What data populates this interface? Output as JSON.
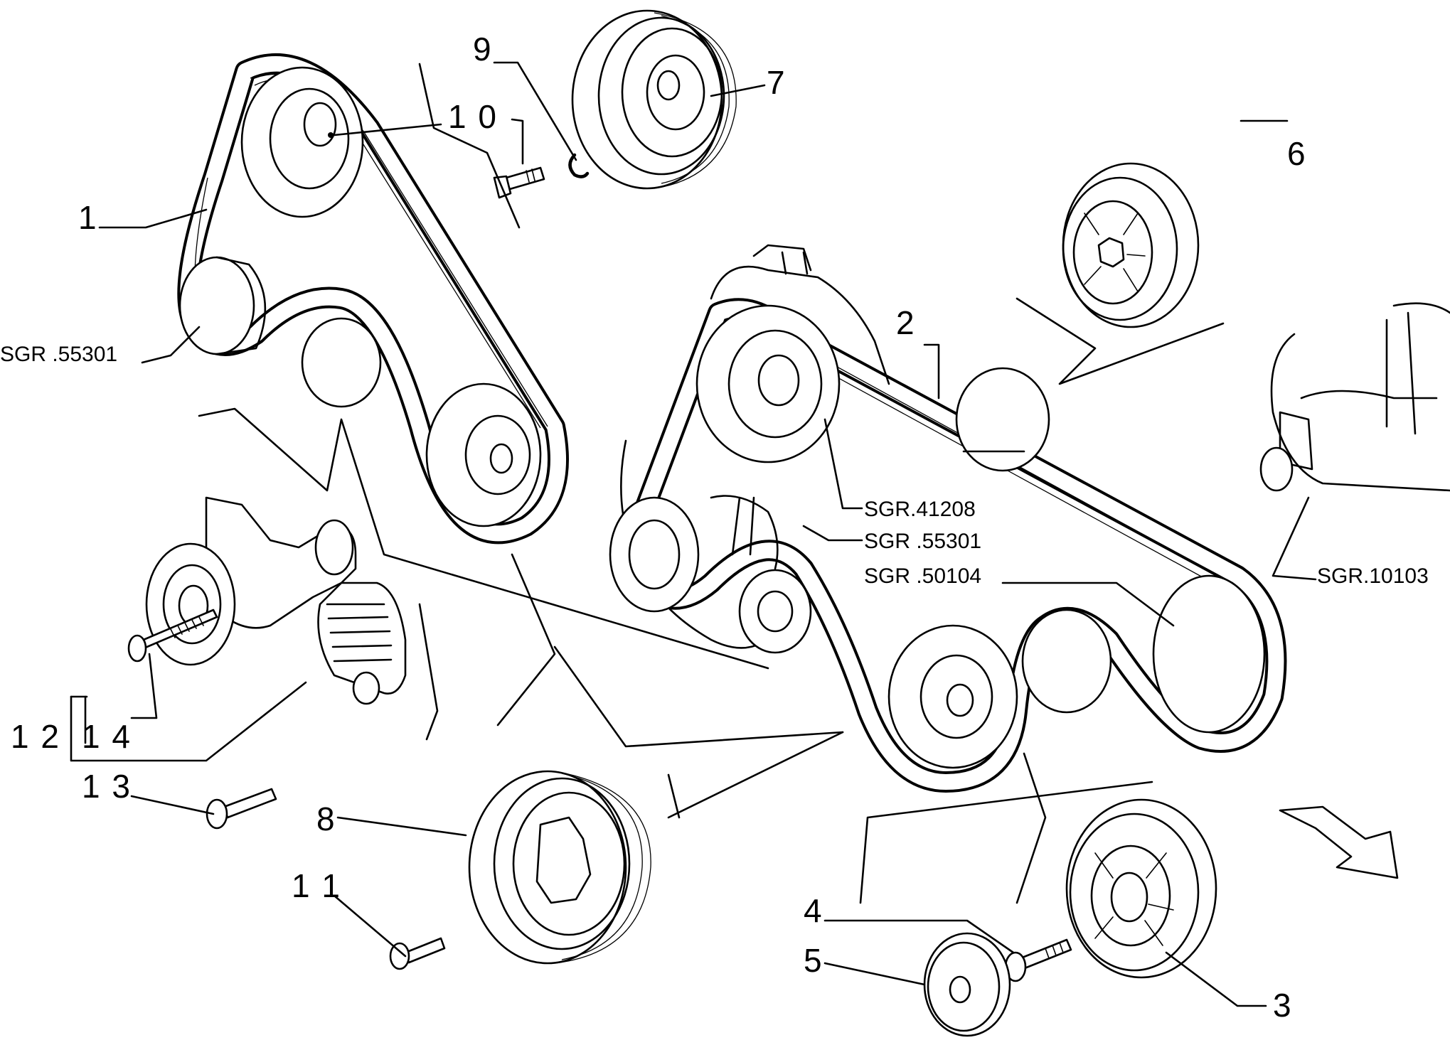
{
  "callouts": {
    "n1": "1",
    "n2": "2",
    "n3": "3",
    "n4": "4",
    "n5": "5",
    "n6": "6",
    "n7": "7",
    "n8": "8",
    "n9": "9",
    "n10": "1 0",
    "n11": "1 1",
    "n12": "1 2",
    "n13": "1 3",
    "n14": "1 4"
  },
  "references": {
    "sgr_left": "SGR .55301",
    "sgr_41208": "SGR.41208",
    "sgr_55301": "SGR .55301",
    "sgr_50104": "SGR .50104",
    "sgr_10103": "SGR.10103"
  }
}
